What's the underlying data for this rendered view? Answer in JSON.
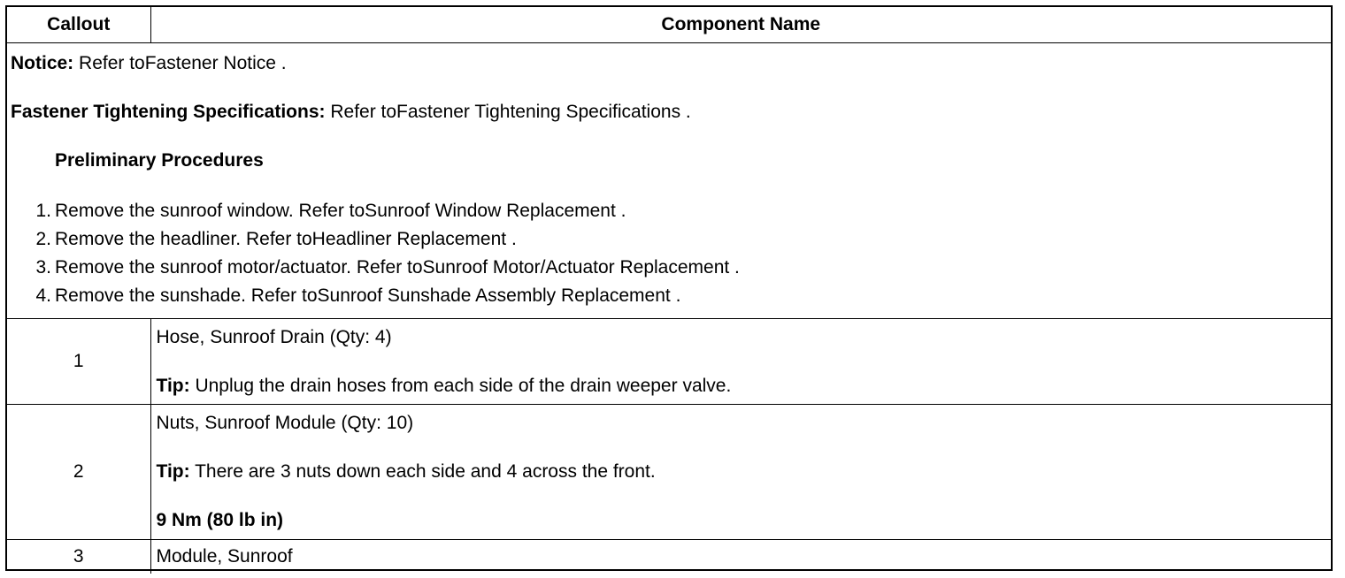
{
  "headers": {
    "callout": "Callout",
    "component": "Component Name"
  },
  "intro": {
    "notice_label": "Notice:",
    "notice_text": " Refer toFastener Notice .",
    "fastener_label": "Fastener Tightening Specifications:",
    "fastener_text": " Refer toFastener Tightening Specifications .",
    "preliminary_heading": "Preliminary Procedures",
    "steps": [
      {
        "num": "1.",
        "text": "Remove the sunroof window. Refer toSunroof Window Replacement ."
      },
      {
        "num": "2.",
        "text": "Remove the headliner. Refer toHeadliner Replacement ."
      },
      {
        "num": "3.",
        "text": "Remove the sunroof motor/actuator. Refer toSunroof Motor/Actuator Replacement ."
      },
      {
        "num": "4.",
        "text": "Remove the sunshade. Refer toSunroof Sunshade Assembly Replacement ."
      }
    ]
  },
  "rows": [
    {
      "callout": "1",
      "name": "Hose, Sunroof Drain (Qty: 4)",
      "tip_label": "Tip:",
      "tip_text": " Unplug the drain hoses from each side of the drain weeper valve."
    },
    {
      "callout": "2",
      "name": "Nuts, Sunroof Module (Qty: 10)",
      "tip_label": "Tip:",
      "tip_text": " There are 3 nuts down each side and 4 across the front.",
      "torque": "9 Nm (80 lb in)"
    },
    {
      "callout": "3",
      "name": "Module, Sunroof"
    }
  ]
}
